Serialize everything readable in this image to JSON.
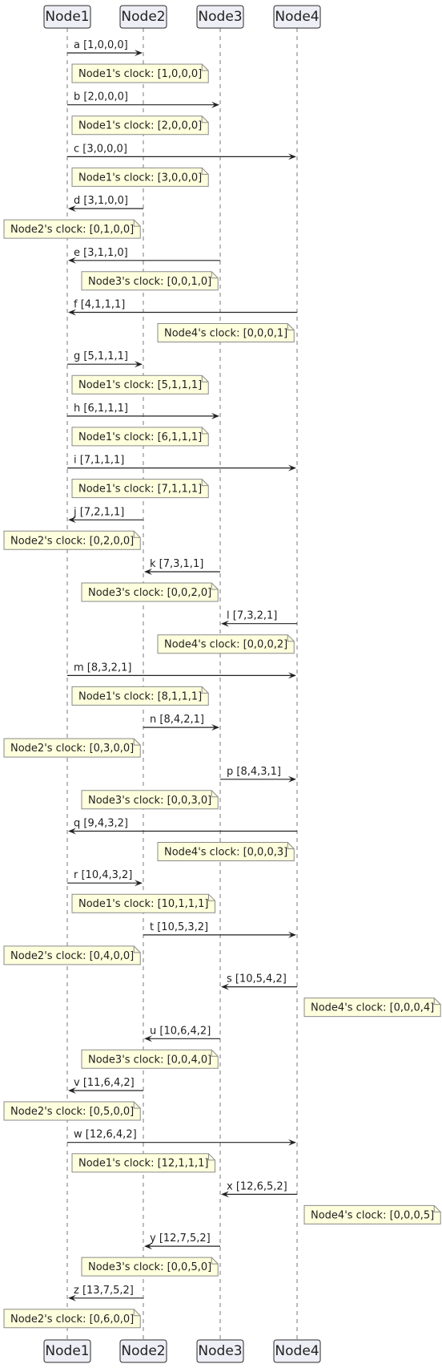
{
  "participants": [
    "Node1",
    "Node2",
    "Node3",
    "Node4"
  ],
  "events": [
    {
      "type": "message",
      "from": "Node1",
      "to": "Node2",
      "label": "a [1,0,0,0]"
    },
    {
      "type": "note",
      "over": "Node1",
      "text": "Node1's clock: [1,0,0,0]"
    },
    {
      "type": "message",
      "from": "Node1",
      "to": "Node3",
      "label": "b [2,0,0,0]"
    },
    {
      "type": "note",
      "over": "Node1",
      "text": "Node1's clock: [2,0,0,0]"
    },
    {
      "type": "message",
      "from": "Node1",
      "to": "Node4",
      "label": "c [3,0,0,0]"
    },
    {
      "type": "note",
      "over": "Node1",
      "text": "Node1's clock: [3,0,0,0]"
    },
    {
      "type": "message",
      "from": "Node2",
      "to": "Node1",
      "label": "d [3,1,0,0]"
    },
    {
      "type": "note",
      "over": "Node2",
      "text": "Node2's clock: [0,1,0,0]"
    },
    {
      "type": "message",
      "from": "Node3",
      "to": "Node1",
      "label": "e [3,1,1,0]"
    },
    {
      "type": "note",
      "over": "Node3",
      "text": "Node3's clock: [0,0,1,0]"
    },
    {
      "type": "message",
      "from": "Node4",
      "to": "Node1",
      "label": "f [4,1,1,1]"
    },
    {
      "type": "note",
      "over": "Node4",
      "text": "Node4's clock: [0,0,0,1]"
    },
    {
      "type": "message",
      "from": "Node1",
      "to": "Node2",
      "label": "g [5,1,1,1]"
    },
    {
      "type": "note",
      "over": "Node1",
      "text": "Node1's clock: [5,1,1,1]"
    },
    {
      "type": "message",
      "from": "Node1",
      "to": "Node3",
      "label": "h [6,1,1,1]"
    },
    {
      "type": "note",
      "over": "Node1",
      "text": "Node1's clock: [6,1,1,1]"
    },
    {
      "type": "message",
      "from": "Node1",
      "to": "Node4",
      "label": "i [7,1,1,1]"
    },
    {
      "type": "note",
      "over": "Node1",
      "text": "Node1's clock: [7,1,1,1]"
    },
    {
      "type": "message",
      "from": "Node2",
      "to": "Node1",
      "label": "j [7,2,1,1]"
    },
    {
      "type": "note",
      "over": "Node2",
      "text": "Node2's clock: [0,2,0,0]"
    },
    {
      "type": "message",
      "from": "Node3",
      "to": "Node2",
      "label": "k [7,3,1,1]"
    },
    {
      "type": "note",
      "over": "Node3",
      "text": "Node3's clock: [0,0,2,0]"
    },
    {
      "type": "message",
      "from": "Node4",
      "to": "Node3",
      "label": "l [7,3,2,1]"
    },
    {
      "type": "note",
      "over": "Node4",
      "text": "Node4's clock: [0,0,0,2]"
    },
    {
      "type": "message",
      "from": "Node1",
      "to": "Node4",
      "label": "m [8,3,2,1]"
    },
    {
      "type": "note",
      "over": "Node1",
      "text": "Node1's clock: [8,1,1,1]"
    },
    {
      "type": "message",
      "from": "Node2",
      "to": "Node3",
      "label": "n [8,4,2,1]"
    },
    {
      "type": "note",
      "over": "Node2",
      "text": "Node2's clock: [0,3,0,0]"
    },
    {
      "type": "message",
      "from": "Node3",
      "to": "Node4",
      "label": "p [8,4,3,1]"
    },
    {
      "type": "note",
      "over": "Node3",
      "text": "Node3's clock: [0,0,3,0]"
    },
    {
      "type": "message",
      "from": "Node4",
      "to": "Node1",
      "label": "q [9,4,3,2]"
    },
    {
      "type": "note",
      "over": "Node4",
      "text": "Node4's clock: [0,0,0,3]"
    },
    {
      "type": "message",
      "from": "Node1",
      "to": "Node2",
      "label": "r [10,4,3,2]"
    },
    {
      "type": "note",
      "over": "Node1",
      "text": "Node1's clock: [10,1,1,1]"
    },
    {
      "type": "message",
      "from": "Node2",
      "to": "Node4",
      "label": "t [10,5,3,2]"
    },
    {
      "type": "note",
      "over": "Node2",
      "text": "Node2's clock: [0,4,0,0]"
    },
    {
      "type": "message",
      "from": "Node4",
      "to": "Node3",
      "label": "s [10,5,4,2]"
    },
    {
      "type": "note",
      "over": "Node4",
      "text": "Node4's clock: [0,0,0,4]"
    },
    {
      "type": "message",
      "from": "Node3",
      "to": "Node2",
      "label": "u [10,6,4,2]"
    },
    {
      "type": "note",
      "over": "Node3",
      "text": "Node3's clock: [0,0,4,0]"
    },
    {
      "type": "message",
      "from": "Node2",
      "to": "Node1",
      "label": "v [11,6,4,2]"
    },
    {
      "type": "note",
      "over": "Node2",
      "text": "Node2's clock: [0,5,0,0]"
    },
    {
      "type": "message",
      "from": "Node1",
      "to": "Node4",
      "label": "w [12,6,4,2]"
    },
    {
      "type": "note",
      "over": "Node1",
      "text": "Node1's clock: [12,1,1,1]"
    },
    {
      "type": "message",
      "from": "Node4",
      "to": "Node3",
      "label": "x [12,6,5,2]"
    },
    {
      "type": "note",
      "over": "Node4",
      "text": "Node4's clock: [0,0,0,5]"
    },
    {
      "type": "message",
      "from": "Node3",
      "to": "Node2",
      "label": "y [12,7,5,2]"
    },
    {
      "type": "note",
      "over": "Node3",
      "text": "Node3's clock: [0,0,5,0]"
    },
    {
      "type": "message",
      "from": "Node2",
      "to": "Node1",
      "label": "z [13,7,5,2]"
    },
    {
      "type": "note",
      "over": "Node2",
      "text": "Node2's clock: [0,6,0,0]"
    }
  ],
  "colors": {
    "participant_fill": "#EEEEF6",
    "note_fill": "#FEFFDD",
    "line": "#222222"
  }
}
